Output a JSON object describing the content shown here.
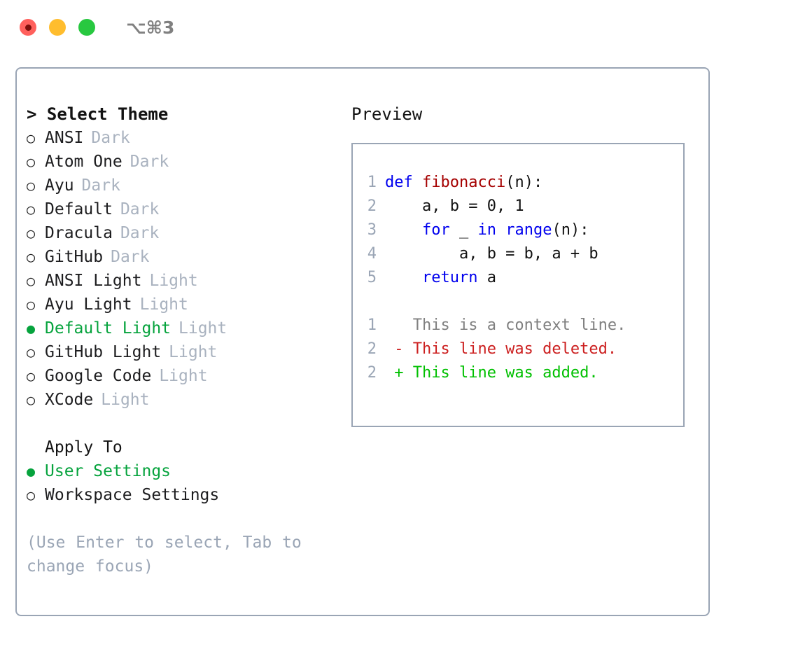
{
  "titlebar": {
    "shortcut": "⌥⌘3",
    "buttons": [
      {
        "name": "close",
        "color": "#ff605c"
      },
      {
        "name": "minimize",
        "color": "#ffbd2e"
      },
      {
        "name": "maximize",
        "color": "#28c840"
      }
    ]
  },
  "theme_panel": {
    "header": "> Select Theme",
    "bullet_unselected": "○",
    "bullet_selected": "●",
    "items": [
      {
        "label": "ANSI",
        "tag": "Dark",
        "selected": false
      },
      {
        "label": "Atom One",
        "tag": "Dark",
        "selected": false
      },
      {
        "label": "Ayu",
        "tag": "Dark",
        "selected": false
      },
      {
        "label": "Default",
        "tag": "Dark",
        "selected": false
      },
      {
        "label": "Dracula",
        "tag": "Dark",
        "selected": false
      },
      {
        "label": "GitHub",
        "tag": "Dark",
        "selected": false
      },
      {
        "label": "ANSI Light",
        "tag": "Light",
        "selected": false
      },
      {
        "label": "Ayu Light",
        "tag": "Light",
        "selected": false
      },
      {
        "label": "Default Light",
        "tag": "Light",
        "selected": true
      },
      {
        "label": "GitHub Light",
        "tag": "Light",
        "selected": false
      },
      {
        "label": "Google Code",
        "tag": "Light",
        "selected": false
      },
      {
        "label": "XCode",
        "tag": "Light",
        "selected": false
      }
    ]
  },
  "apply_to": {
    "header": "Apply To",
    "items": [
      {
        "label": "User Settings",
        "selected": true
      },
      {
        "label": "Workspace Settings",
        "selected": false
      }
    ]
  },
  "hint": "(Use Enter to select, Tab to change focus)",
  "preview": {
    "title": "Preview",
    "code_lines": [
      {
        "num": "1",
        "tokens": [
          {
            "t": "def",
            "c": "kw"
          },
          {
            "t": " ",
            "c": "plain"
          },
          {
            "t": "fibonacci",
            "c": "fn"
          },
          {
            "t": "(n):",
            "c": "plain"
          }
        ]
      },
      {
        "num": "2",
        "tokens": [
          {
            "t": "    a, b = 0, 1",
            "c": "plain"
          }
        ]
      },
      {
        "num": "3",
        "tokens": [
          {
            "t": "    ",
            "c": "plain"
          },
          {
            "t": "for",
            "c": "kw"
          },
          {
            "t": " _ ",
            "c": "plain"
          },
          {
            "t": "in",
            "c": "kw"
          },
          {
            "t": " ",
            "c": "plain"
          },
          {
            "t": "range",
            "c": "kw"
          },
          {
            "t": "(n):",
            "c": "plain"
          }
        ]
      },
      {
        "num": "4",
        "tokens": [
          {
            "t": "        a, b = b, a + b",
            "c": "plain"
          }
        ]
      },
      {
        "num": "5",
        "tokens": [
          {
            "t": "    ",
            "c": "plain"
          },
          {
            "t": "return",
            "c": "kw"
          },
          {
            "t": " a",
            "c": "plain"
          }
        ]
      }
    ],
    "diff_lines": [
      {
        "num": "1",
        "marker": "  ",
        "text": "This is a context line.",
        "kind": "ctx"
      },
      {
        "num": "2",
        "marker": "- ",
        "text": "This line was deleted.",
        "kind": "del"
      },
      {
        "num": "2",
        "marker": "+ ",
        "text": "This line was added.",
        "kind": "add"
      }
    ]
  },
  "colors": {
    "accent_green": "#06a33d",
    "muted_gray": "#a9b2bf",
    "border": "#9aa5b5",
    "keyword_blue": "#0000ee",
    "function_red": "#a50000",
    "diff_delete": "#cc1f1f",
    "diff_add": "#00c000",
    "diff_context": "#808080"
  }
}
